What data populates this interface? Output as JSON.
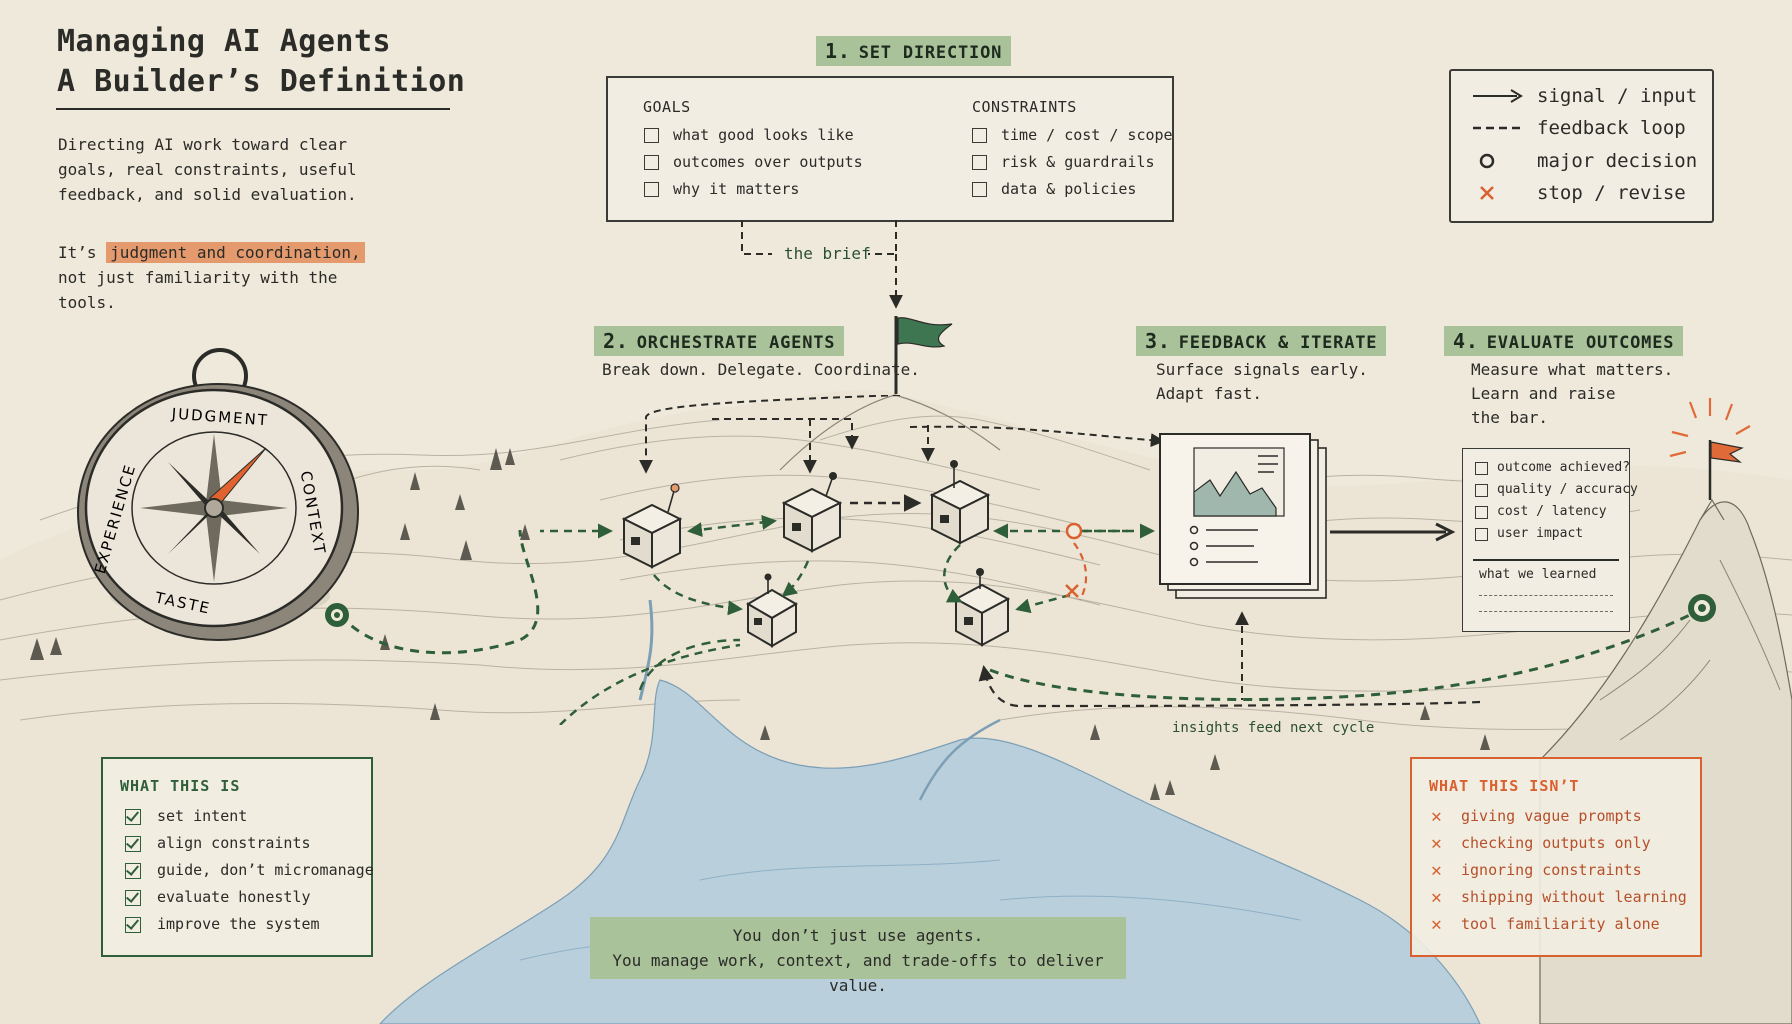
{
  "header": {
    "title_line1": "Managing AI Agents",
    "title_line2": "A Builder’s Definition",
    "intro": "Directing AI work toward clear goals, real constraints, useful feedback, and solid evaluation.",
    "intro2_prefix": "It’s",
    "intro2_highlight": "judgment and coordination,",
    "intro2_suffix": "not just familiarity with the tools."
  },
  "legend": {
    "items": [
      {
        "label": "signal / input"
      },
      {
        "label": "feedback loop"
      },
      {
        "label": "major decision"
      },
      {
        "label": "stop / revise"
      }
    ]
  },
  "stage1": {
    "number": "1.",
    "label": "SET DIRECTION",
    "goals_title": "GOALS",
    "goals": [
      "what good looks like",
      "outcomes over outputs",
      "why it matters"
    ],
    "constraints_title": "CONSTRAINTS",
    "constraints": [
      "time / cost / scope",
      "risk & guardrails",
      "data & policies"
    ],
    "brief_label": "the brief"
  },
  "stage2": {
    "number": "2.",
    "label": "ORCHESTRATE AGENTS",
    "text": "Break down. Delegate. Coordinate."
  },
  "stage3": {
    "number": "3.",
    "label": "FEEDBACK & ITERATE",
    "text_line1": "Surface signals early.",
    "text_line2": "Adapt fast."
  },
  "stage4": {
    "number": "4.",
    "label": "EVALUATE OUTCOMES",
    "text_line1": "Measure what matters.",
    "text_line2": "Learn and raise",
    "text_line3": "the bar.",
    "checks": [
      "outcome achieved?",
      "quality / accuracy",
      "cost / latency",
      "user impact"
    ],
    "learned_label": "what we learned"
  },
  "compass": {
    "top": "JUDGMENT",
    "right": "CONTEXT",
    "bottom": "TASTE",
    "left": "EXPERIENCE"
  },
  "loop_label": "insights feed next cycle",
  "what_this_is": {
    "title": "WHAT THIS IS",
    "items": [
      "set intent",
      "align constraints",
      "guide, don’t micromanage",
      "evaluate honestly",
      "improve the system"
    ]
  },
  "what_this_isnt": {
    "title": "WHAT THIS ISN’T",
    "items": [
      "giving vague prompts",
      "checking outputs only",
      "ignoring constraints",
      "shipping without learning",
      "tool familiarity alone"
    ]
  },
  "banner": {
    "line1": "You don’t just  use agents.",
    "line2": "You manage work, context, and trade-offs to deliver value."
  },
  "colors": {
    "background": "#efe9dc",
    "ink": "#2b2b28",
    "green": "#2f5e3a",
    "label_green": "#a9c29a",
    "orange": "#d9602f",
    "water": "#9fbfd6"
  }
}
